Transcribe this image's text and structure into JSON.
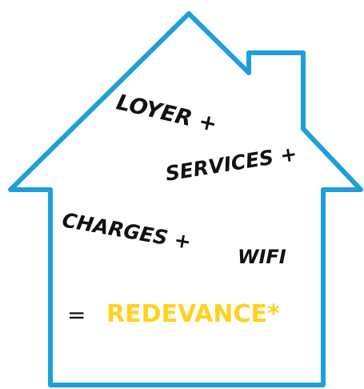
{
  "house": {
    "outline_color": "#1e9fd9",
    "lines": {
      "loyer": "LOYER +",
      "services": "SERVICES +",
      "charges": "CHARGES +",
      "wifi": "WIFI",
      "equals": "=",
      "redevance": "REDEVANCE*"
    },
    "text_color": "#111111",
    "accent_color": "#ffd21f"
  }
}
